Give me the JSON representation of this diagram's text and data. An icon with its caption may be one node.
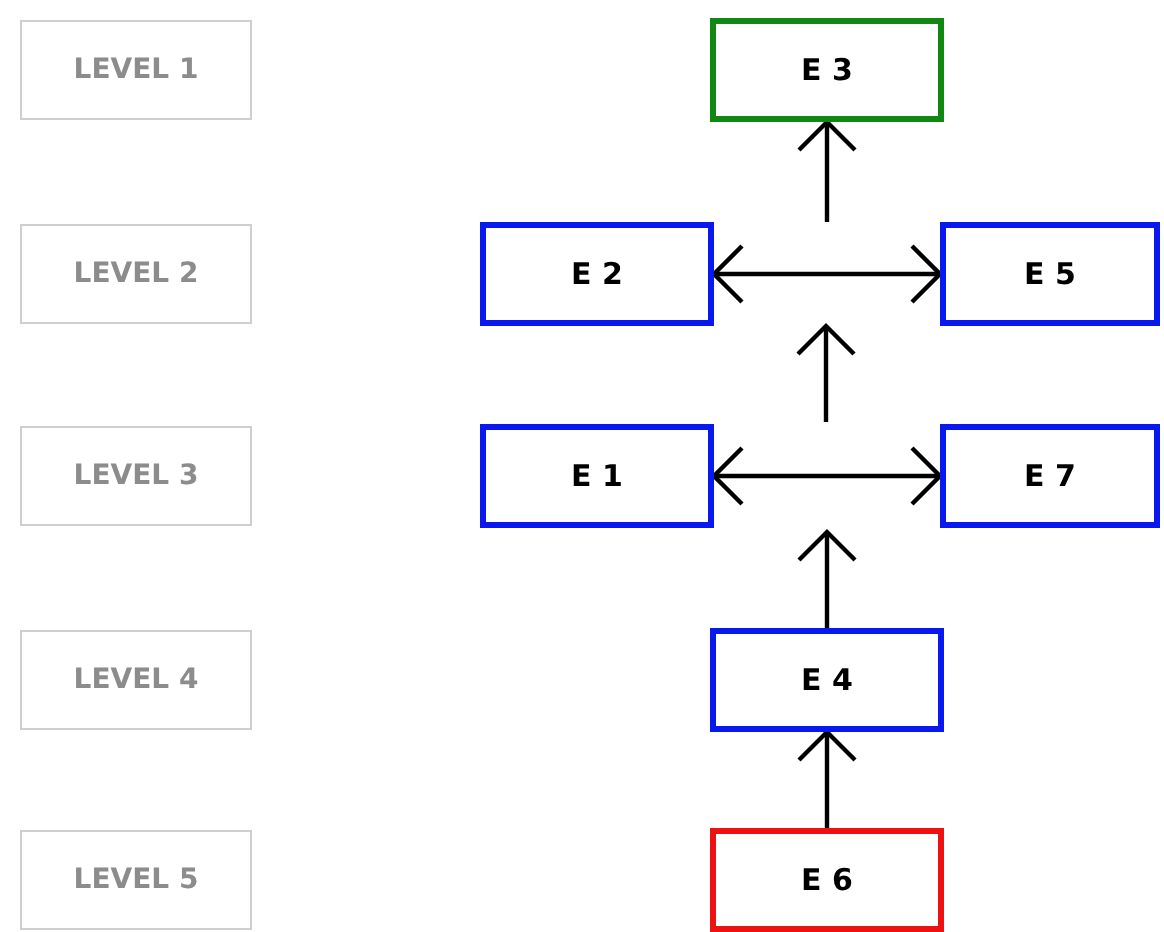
{
  "diagram": {
    "nodes": [
      {
        "text": [
          "LEVEL 1"
        ]
      },
      {
        "text": [
          "LEVEL 2"
        ]
      },
      {
        "text": [
          "LEVEL 3"
        ]
      },
      {
        "text": [
          "LEVEL 4"
        ]
      },
      {
        "text": [
          "LEVEL 5"
        ]
      },
      {
        "text": [
          "E 3"
        ]
      },
      {
        "text": [
          "E 2"
        ]
      },
      {
        "text": [
          "E 5"
        ]
      },
      {
        "text": [
          "E 1"
        ]
      },
      {
        "text": [
          "E 7"
        ]
      },
      {
        "text": [
          "E 4"
        ]
      },
      {
        "text": [
          "E 6"
        ]
      }
    ],
    "edges": [
      {
        "from": 6,
        "to": 7,
        "arrow": "both"
      },
      {
        "from": 8,
        "to": 9,
        "arrow": "both"
      },
      {
        "from": 11,
        "to": 10,
        "arrow": "to"
      },
      {
        "from": 10,
        "to": null,
        "arrow": "to"
      },
      {
        "from": null,
        "to": 5,
        "arrow": "to"
      }
    ]
  }
}
